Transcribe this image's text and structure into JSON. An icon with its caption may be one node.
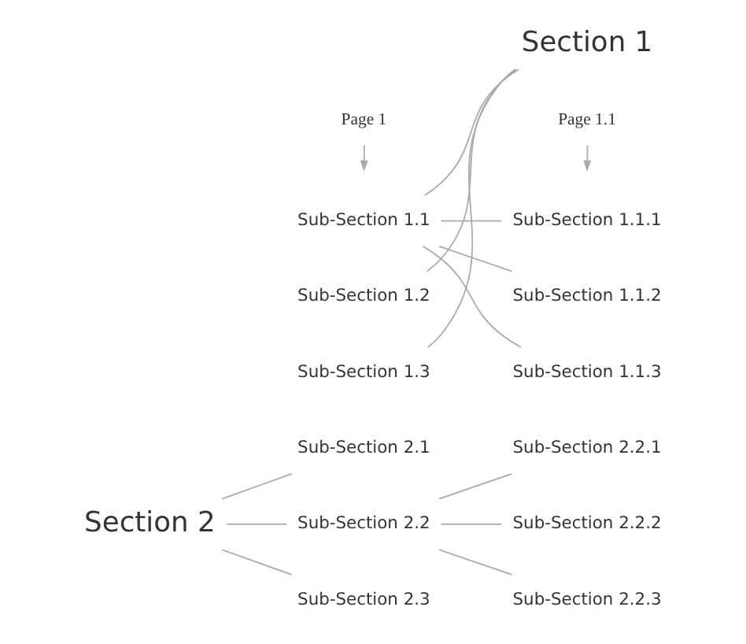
{
  "diagram": {
    "nodes": [
      {
        "text": [
          "Page 1"
        ]
      },
      {
        "text": [
          "Page 1.1"
        ]
      },
      {
        "text": [
          "Section 1"
        ]
      },
      {
        "text": [
          "Sub-Section 1.1"
        ]
      },
      {
        "text": [
          "Sub-Section 1.2"
        ]
      },
      {
        "text": [
          "Sub-Section 1.3"
        ]
      },
      {
        "text": [
          "Sub-Section 1.1.1"
        ]
      },
      {
        "text": [
          "Sub-Section 1.1.2"
        ]
      },
      {
        "text": [
          "Sub-Section 1.1.3"
        ]
      },
      {
        "text": [
          "Section 2"
        ]
      },
      {
        "text": [
          "Sub-Section 2.1"
        ]
      },
      {
        "text": [
          "Sub-Section 2.2"
        ]
      },
      {
        "text": [
          "Sub-Section 2.3"
        ]
      },
      {
        "text": [
          "Sub-Section 2.2.1"
        ]
      },
      {
        "text": [
          "Sub-Section 2.2.2"
        ]
      },
      {
        "text": [
          "Sub-Section 2.2.3"
        ]
      }
    ],
    "edges": [
      {
        "from": 0,
        "to": null,
        "arrow": "to"
      },
      {
        "from": 1,
        "to": null,
        "arrow": "to"
      },
      {
        "from": 2,
        "to": 3,
        "arrow": "none"
      },
      {
        "from": 2,
        "to": 4,
        "arrow": "none"
      },
      {
        "from": 2,
        "to": 5,
        "arrow": "none"
      },
      {
        "from": 3,
        "to": 6,
        "arrow": "none"
      },
      {
        "from": 3,
        "to": 7,
        "arrow": "none"
      },
      {
        "from": 3,
        "to": 8,
        "arrow": "none"
      },
      {
        "from": 9,
        "to": 10,
        "arrow": "none"
      },
      {
        "from": 9,
        "to": 11,
        "arrow": "none"
      },
      {
        "from": 9,
        "to": 12,
        "arrow": "none"
      },
      {
        "from": 11,
        "to": 13,
        "arrow": "none"
      },
      {
        "from": 11,
        "to": 14,
        "arrow": "none"
      },
      {
        "from": 11,
        "to": 15,
        "arrow": "none"
      }
    ]
  }
}
